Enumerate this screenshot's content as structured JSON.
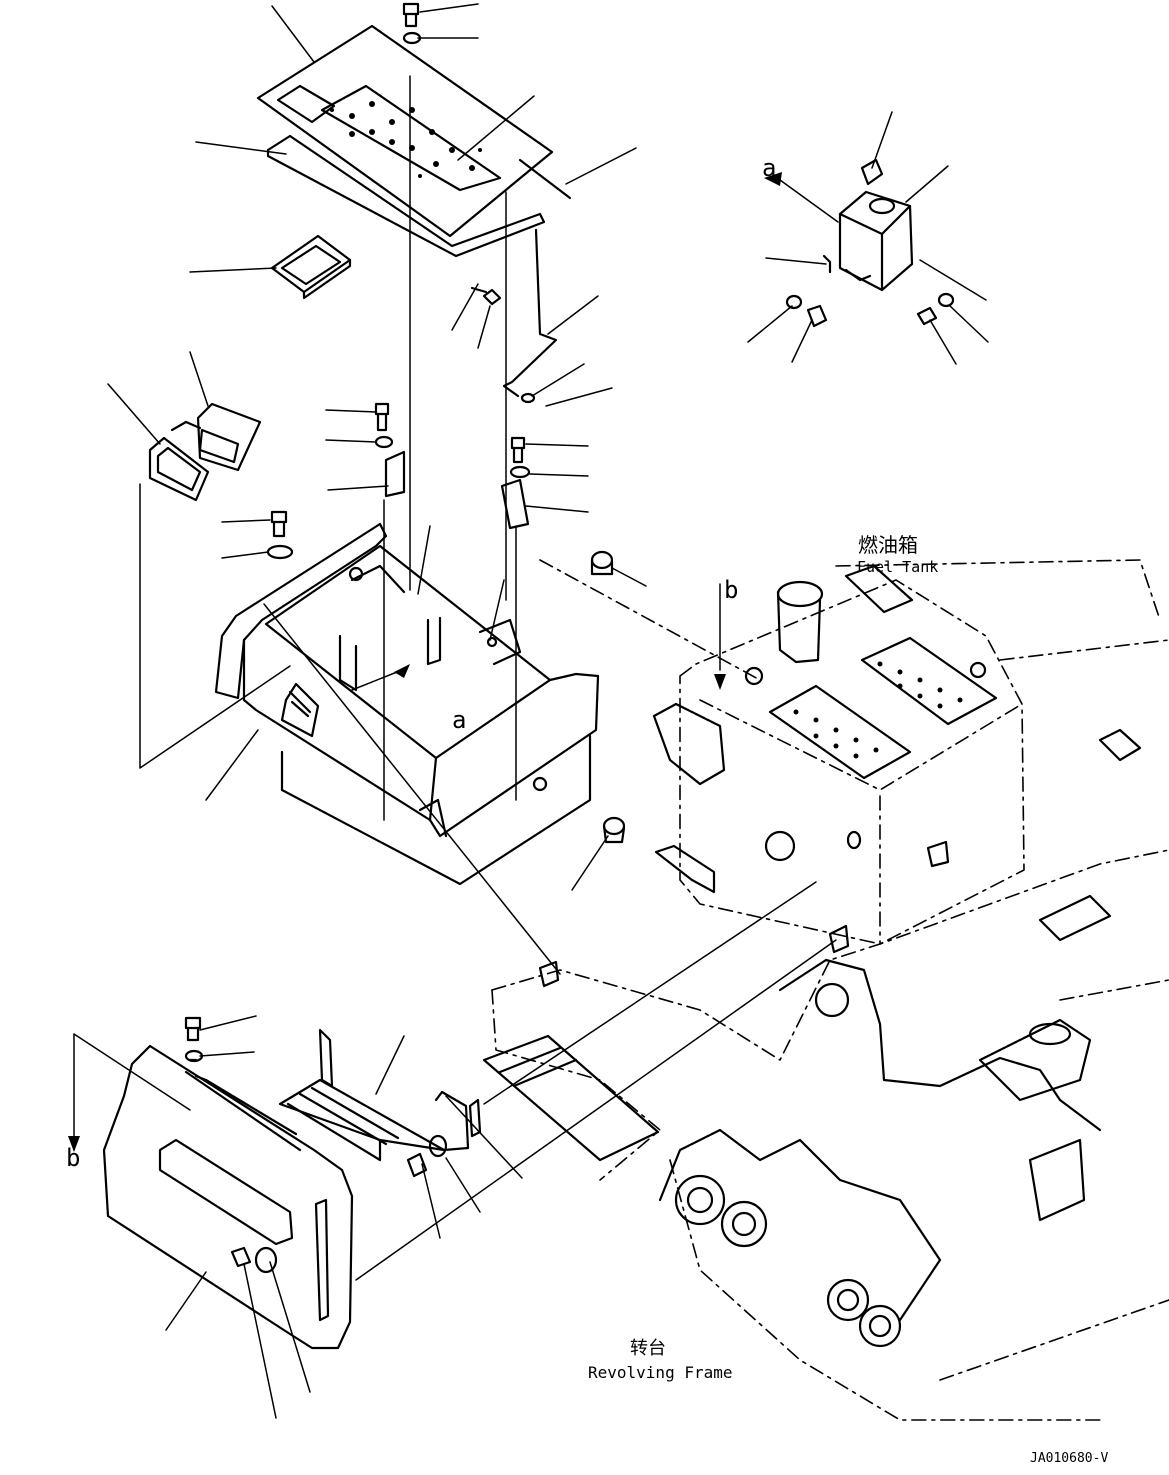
{
  "diagram": {
    "labels": {
      "fuel_tank_cn": "燃油箱",
      "fuel_tank_en": "Fuel Tank",
      "frame_cn": "转台",
      "frame_en": "Revolving Frame",
      "view_a": "a",
      "view_b": "b",
      "drawing_code": "JA010680-V"
    },
    "colors": {
      "line": "#000000",
      "background": "#ffffff"
    }
  }
}
